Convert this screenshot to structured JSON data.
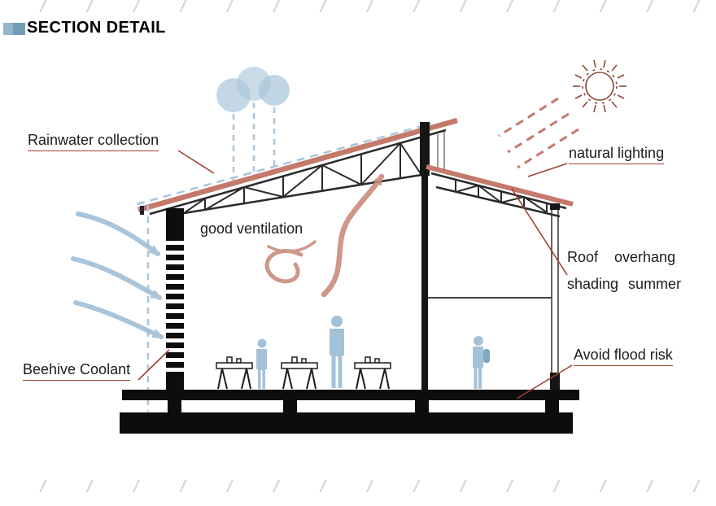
{
  "header": {
    "title": "SECTION DETAIL"
  },
  "annotations": {
    "rainwater": "Rainwater collection",
    "natural_lighting": "natural lighting",
    "good_ventilation": "good ventilation",
    "roof_overhang_line1": "Roof overhang",
    "roof_overhang_line2": "shading summer",
    "beehive_coolant": "Beehive Coolant",
    "avoid_flood_risk": "Avoid flood risk"
  },
  "icons": {
    "sun": "sun-icon",
    "clouds": "cloud-icon",
    "rain": "rain-dash-lines",
    "wind": "wind-arrow-icon",
    "ventilation": "ventilation-arrow-icon"
  },
  "colors": {
    "roof_salmon": "#c4796b",
    "leader_red": "#9e4233",
    "sky_blue": "#a9c6da",
    "figure_blue": "#a3c2d8",
    "wind_blue": "#9cbcd4",
    "backpack_blue": "#7fa9c0",
    "structure_black": "#111111",
    "sun_brown": "#8a4a35",
    "title_accent": "#6f9db5"
  }
}
